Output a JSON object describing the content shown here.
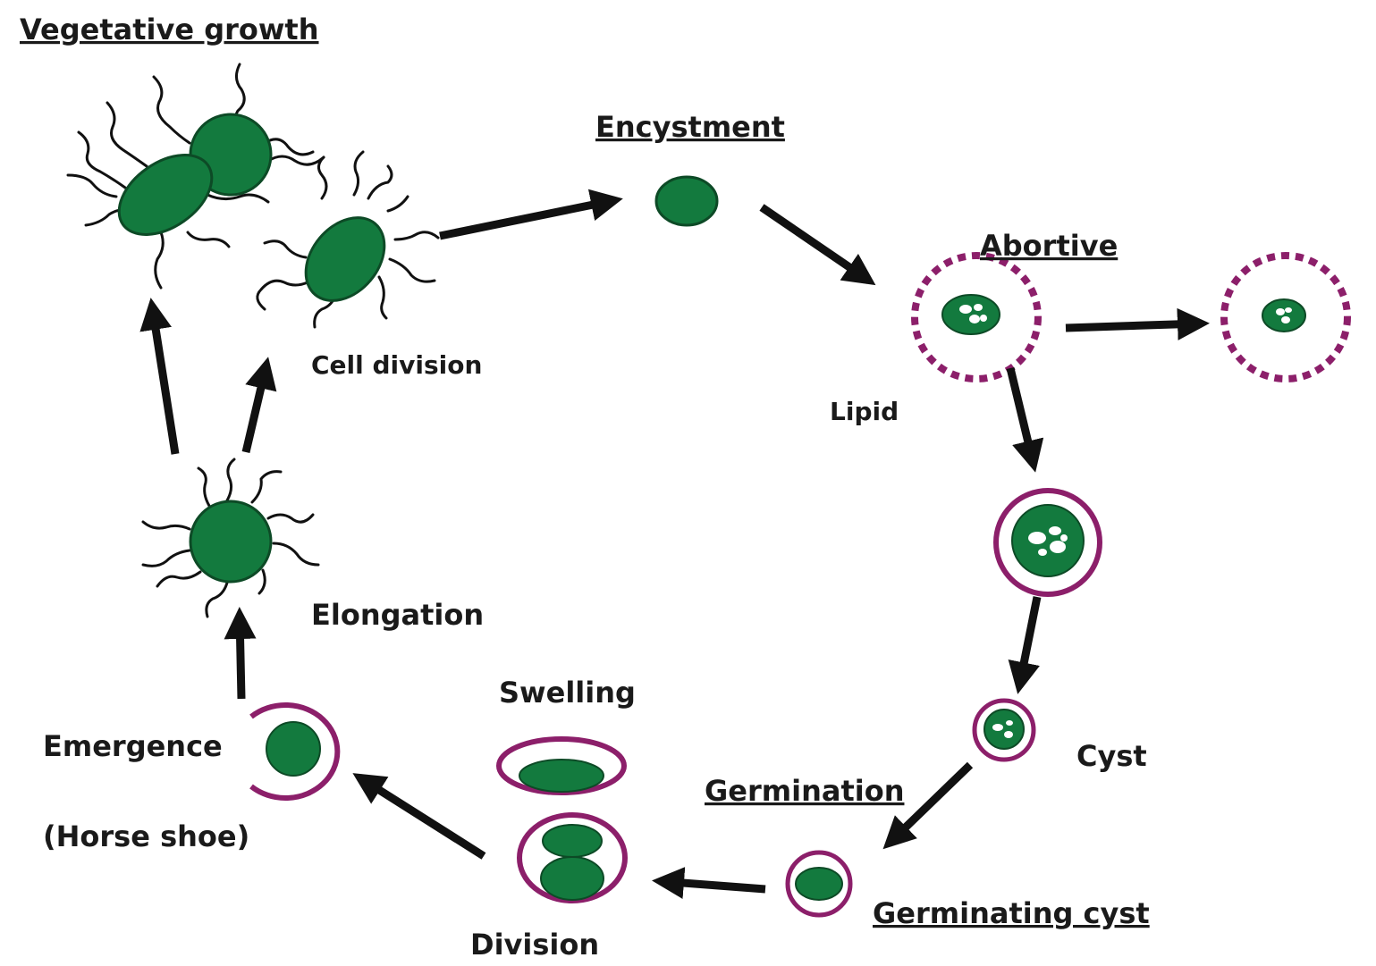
{
  "colors": {
    "cell_fill": "#137a3e",
    "cell_stroke": "#0d4a26",
    "cyst_wall": "#8c1f6a",
    "arrow": "#111111",
    "text": "#1a1a1a",
    "lipid": "#ffffff"
  },
  "labels": {
    "vegetative_growth": "Vegetative growth",
    "encystment": "Encystment",
    "abortive": "Abortive",
    "cell_division": "Cell division",
    "lipid": "Lipid",
    "elongation": "Elongation",
    "swelling": "Swelling",
    "emergence": "Emergence",
    "horse_shoe": "(Horse shoe)",
    "cyst": "Cyst",
    "germination": "Germination",
    "germinating_cyst": "Germinating cyst",
    "division": "Division"
  }
}
